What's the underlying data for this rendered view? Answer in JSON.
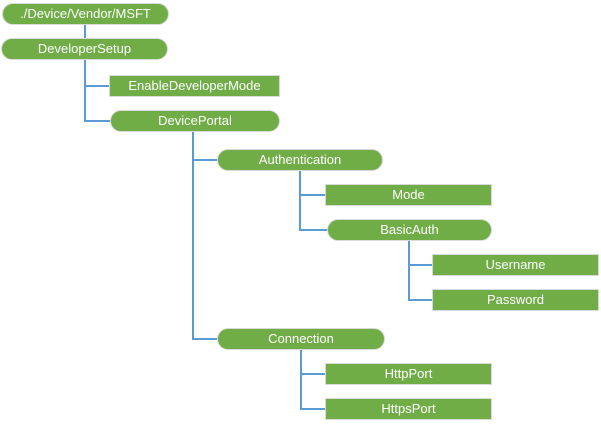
{
  "diagram": {
    "type": "tree",
    "colors": {
      "node_fill": "#70AD47",
      "node_text": "#ffffff",
      "node_border": "#d9d9d9",
      "connector": "#5B9BD5"
    },
    "nodes": {
      "root": {
        "label": "./Device/Vendor/MSFT",
        "shape": "pill",
        "parent": null
      },
      "developer_setup": {
        "label": "DeveloperSetup",
        "shape": "pill",
        "parent": "root"
      },
      "enable_developer_mode": {
        "label": "EnableDeveloperMode",
        "shape": "rect",
        "parent": "developer_setup"
      },
      "device_portal": {
        "label": "DevicePortal",
        "shape": "pill",
        "parent": "developer_setup"
      },
      "authentication": {
        "label": "Authentication",
        "shape": "pill",
        "parent": "device_portal"
      },
      "mode": {
        "label": "Mode",
        "shape": "rect",
        "parent": "authentication"
      },
      "basic_auth": {
        "label": "BasicAuth",
        "shape": "pill",
        "parent": "authentication"
      },
      "username": {
        "label": "Username",
        "shape": "rect",
        "parent": "basic_auth"
      },
      "password": {
        "label": "Password",
        "shape": "rect",
        "parent": "basic_auth"
      },
      "connection": {
        "label": "Connection",
        "shape": "pill",
        "parent": "device_portal"
      },
      "http_port": {
        "label": "HttpPort",
        "shape": "rect",
        "parent": "connection"
      },
      "https_port": {
        "label": "HttpsPort",
        "shape": "rect",
        "parent": "connection"
      }
    }
  }
}
